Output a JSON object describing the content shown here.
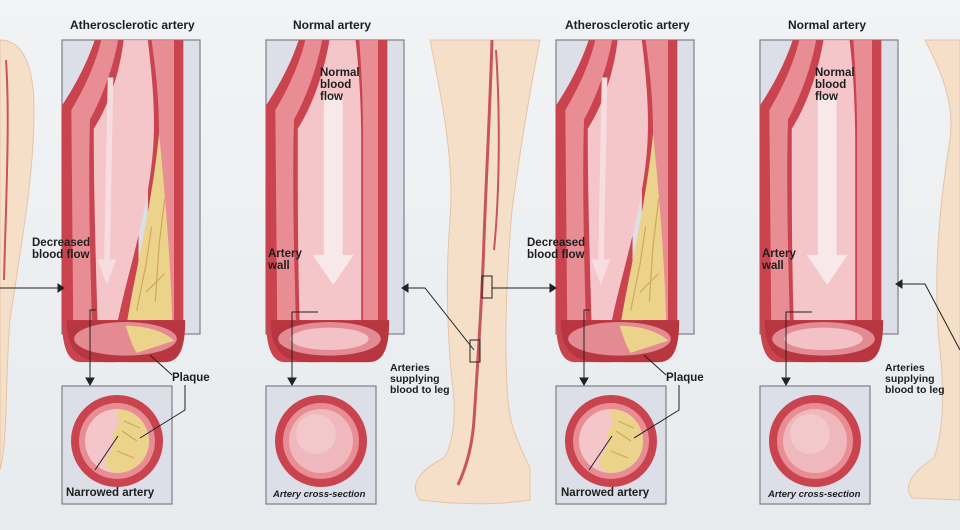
{
  "labels": {
    "atherosclerotic_artery": "Atherosclerotic artery",
    "normal_artery": "Normal artery",
    "decreased_blood_flow": "Decreased\nblood flow",
    "normal_blood_flow": "Normal\nblood\nflow",
    "artery_wall": "Artery\nwall",
    "plaque": "Plaque",
    "narrowed_artery": "Narrowed artery",
    "artery_cross_section": "Artery cross-section",
    "arteries_supplying_leg": "Arteries\nsupplying\nblood to leg"
  },
  "colors": {
    "background": "#eef0f2",
    "panel": "#dcdee8",
    "artery_outer": "#c9444f",
    "artery_mid": "#e98d95",
    "artery_lumen": "#f4c6ca",
    "plaque": "#ecd38b",
    "skin": "#f6dfc8",
    "leg_artery": "#c8555c"
  }
}
